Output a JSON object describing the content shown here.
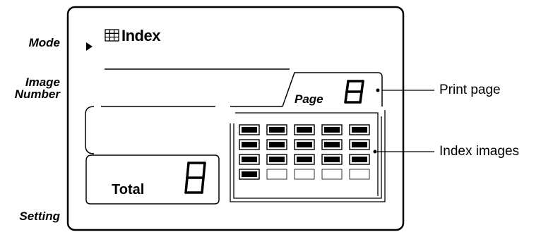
{
  "labels": {
    "mode": "Mode",
    "image_number_line1": "Image",
    "image_number_line2": "Number",
    "setting": "Setting"
  },
  "display": {
    "mode_text": "Index",
    "page_label": "Page",
    "total_label": "Total",
    "page_digit": "8",
    "total_digit": "8"
  },
  "callouts": {
    "print_page": "Print page",
    "index_images": "Index images"
  },
  "thumbnails": {
    "rows": 4,
    "cols": 5,
    "filled": 16
  }
}
